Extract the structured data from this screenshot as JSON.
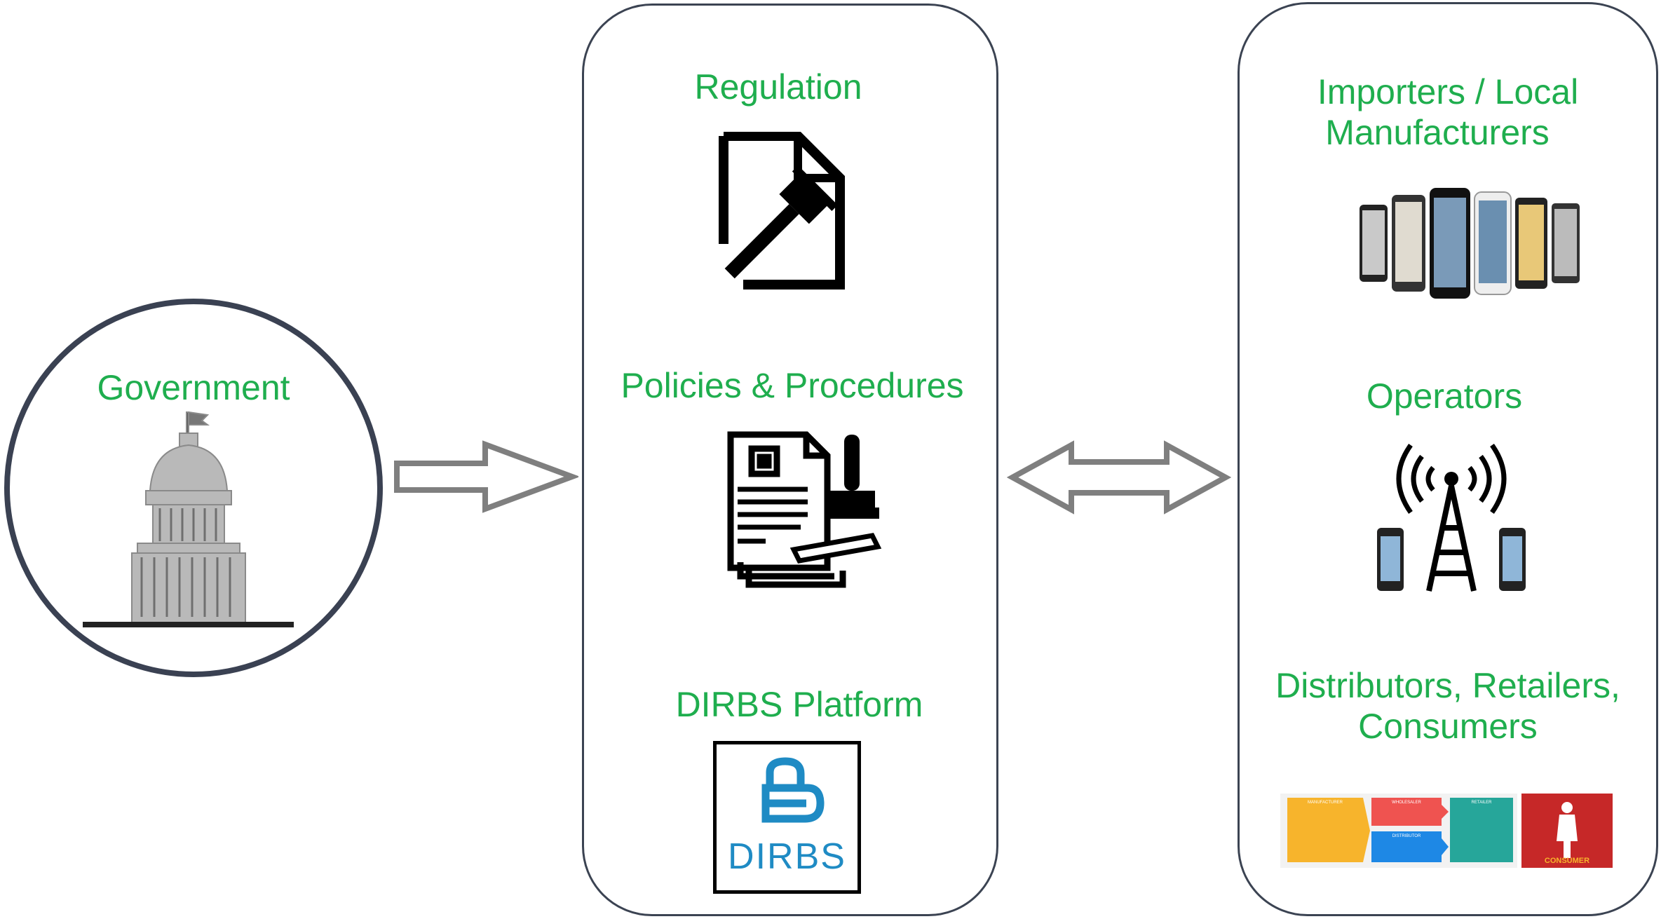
{
  "colors": {
    "label": "#1fae4e",
    "panel_border": "#3b4352",
    "arrow": "#7f7f7f",
    "dirbs_blue": "#1f8bc4"
  },
  "government": {
    "label": "Government"
  },
  "middle": {
    "regulation": "Regulation",
    "policies": "Policies & Procedures",
    "platform": "DIRBS Platform",
    "dirbs_logo_text": "DIRBS"
  },
  "right": {
    "importers_line1": "Importers / Local",
    "importers_line2": "Manufacturers",
    "operators": "Operators",
    "distributors_line1": "Distributors, Retailers,",
    "distributors_line2": "Consumers",
    "supply_chain": {
      "manufacturer": "MANUFACTURER",
      "wholesaler": "WHOLESALER",
      "distributor": "DISTRIBUTOR",
      "retailer": "RETAILER",
      "consumer": "CONSUMER"
    }
  },
  "icons": [
    "capitol-building-icon",
    "gavel-document-icon",
    "documents-stamp-icon",
    "smartphones-icon",
    "cell-tower-icon",
    "supply-chain-icon",
    "dirbs-logo-icon"
  ]
}
